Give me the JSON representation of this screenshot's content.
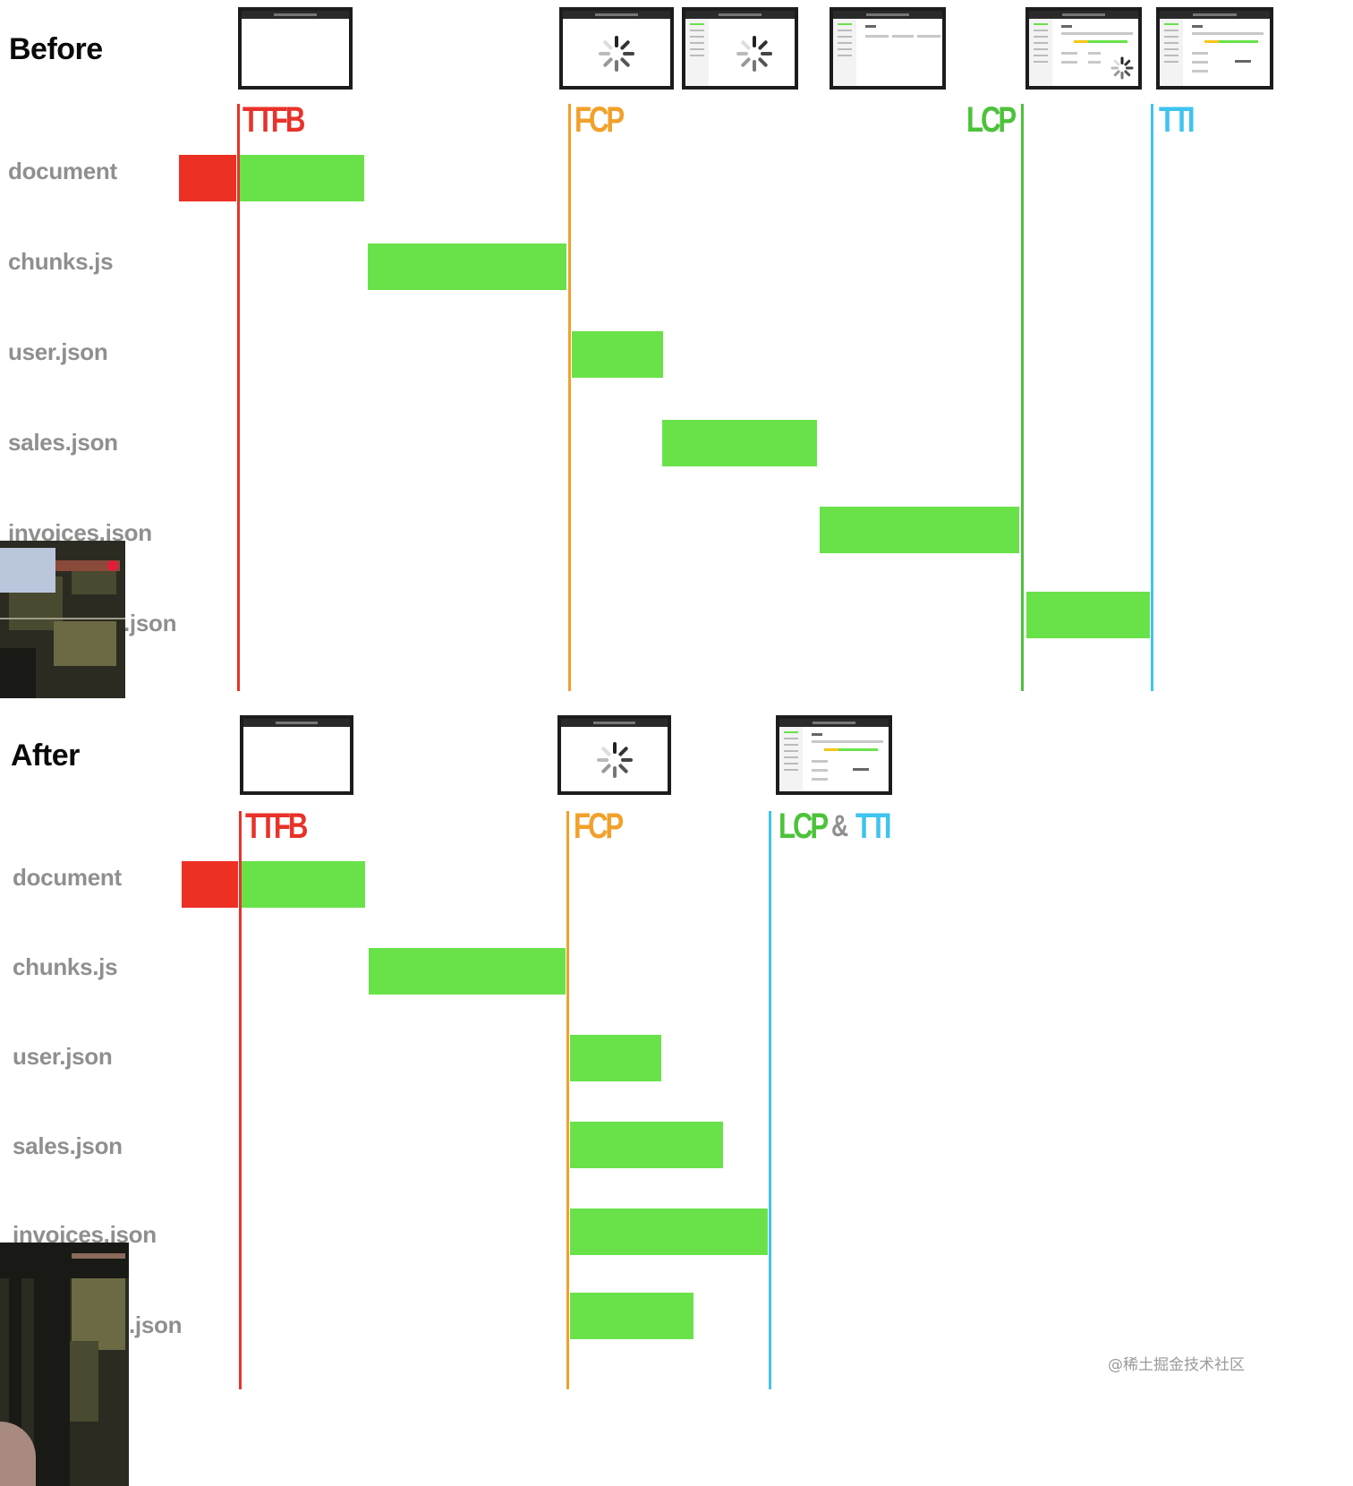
{
  "before": {
    "title": "Before",
    "resources": [
      "document",
      "chunks.js",
      "user.json",
      "sales.json",
      "invoices.json",
      ".json"
    ],
    "markers": {
      "ttfb": "TTFB",
      "fcp": "FCP",
      "lcp": "LCP",
      "tti": "TTI"
    }
  },
  "after": {
    "title": "After",
    "resources": [
      "document",
      "chunks.js",
      "user.json",
      "sales.json",
      "invoices.json",
      ".json"
    ],
    "markers": {
      "ttfb": "TTFB",
      "fcp": "FCP",
      "lcp": "LCP",
      "amp": "&",
      "tti": "TTI"
    }
  },
  "colors": {
    "ttfb": "#e8322a",
    "fcp": "#f2a02a",
    "lcp": "#4cc23a",
    "tti": "#3ec4ef",
    "bar": "#69e24a",
    "wait": "#ec3024",
    "label": "#8f8f8f"
  },
  "watermark": "@稀土掘金技术社区"
}
